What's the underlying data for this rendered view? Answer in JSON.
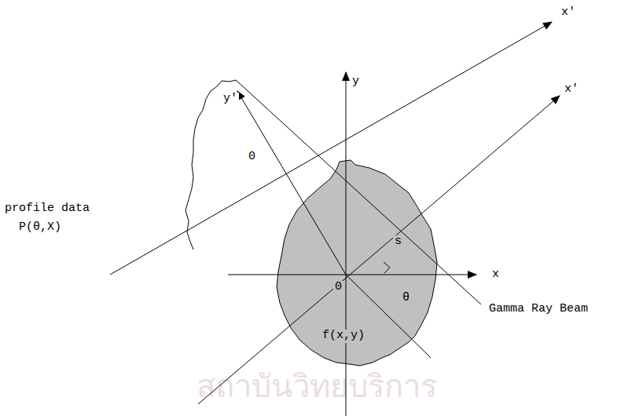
{
  "diagram": {
    "labels": [
      "x'",
      "y'",
      "profile data",
      "P(θ,X)",
      "0",
      "y",
      "x'",
      "x",
      "s",
      "θ",
      "Gamma Ray Beam",
      "0",
      "f(x,y)",
      "สถาบันวิทยบริการ"
    ]
  }
}
